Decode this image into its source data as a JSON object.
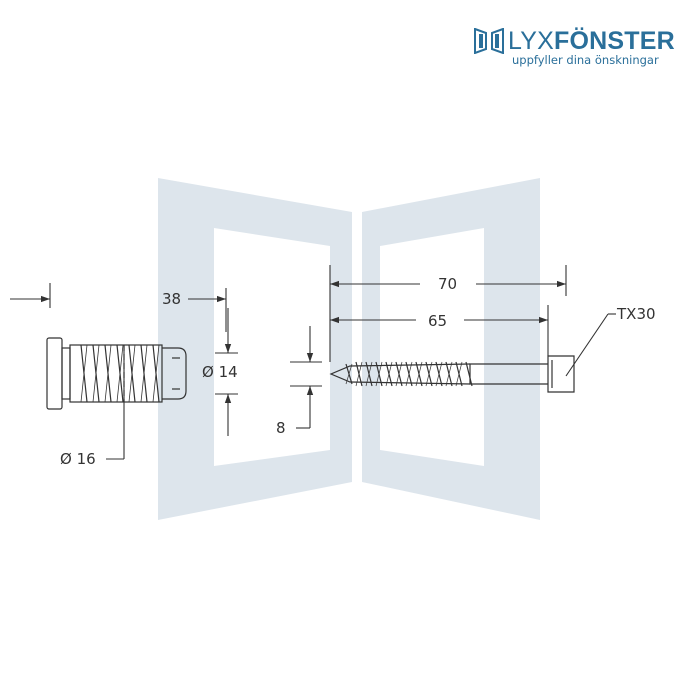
{
  "brand": {
    "name_light": "LYX",
    "name_bold": "FÖNSTER",
    "tagline": "uppfyller dina önskningar",
    "color": "#2a6f9a"
  },
  "drawing": {
    "line_color": "#333333",
    "watermark_color": "#dde5ec",
    "labels": {
      "sleeve_length": "38",
      "inner_diameter": "Ø 14",
      "outer_diameter": "Ø 16",
      "screw_diameter": "8",
      "screw_total_length": "70",
      "screw_thread_length": "65",
      "drive": "TX30"
    }
  }
}
